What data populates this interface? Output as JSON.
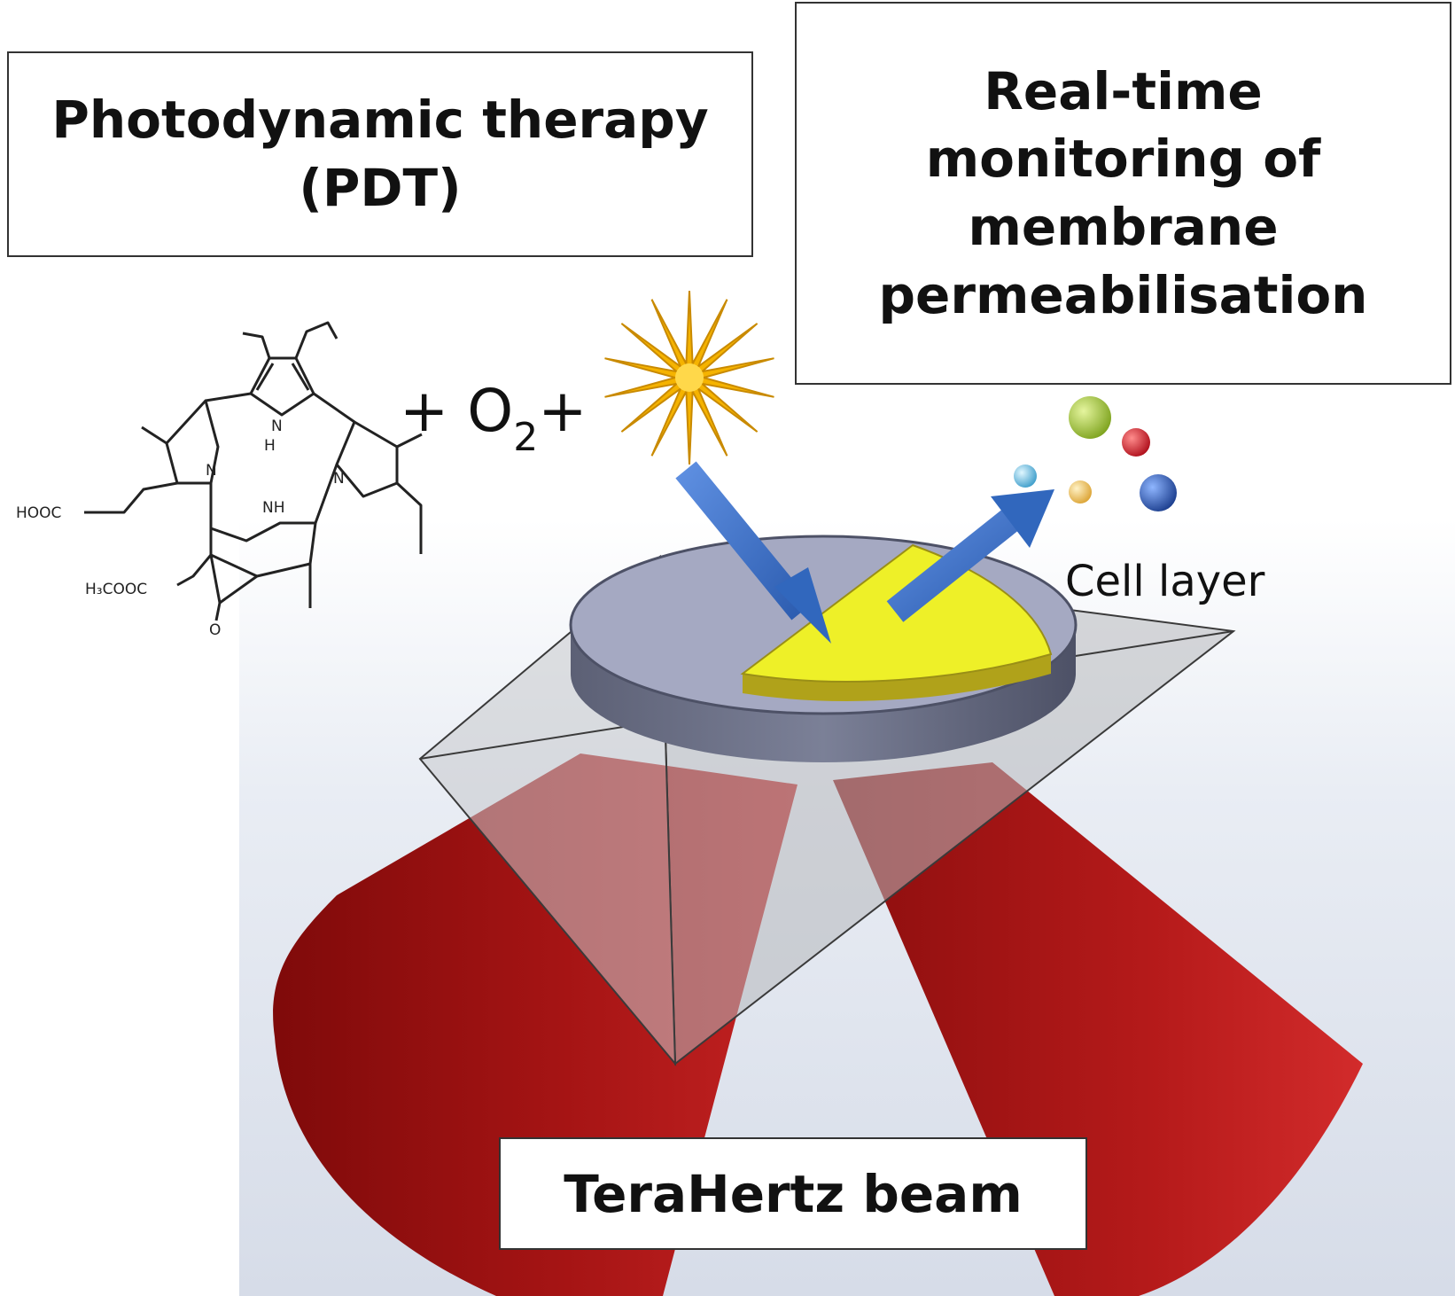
{
  "labels": {
    "pdt_line1": "Photodynamic therapy",
    "pdt_line2": "(PDT)",
    "rt_line1": "Real-time",
    "rt_line2": "monitoring of",
    "rt_line3": "membrane",
    "rt_line4": "permeabilisation",
    "terahertz": "TeraHertz beam",
    "cell_layer": "Cell layer"
  },
  "reaction": {
    "plus1": "+ ",
    "o": "O",
    "sub": "2",
    "plus2": "+"
  },
  "molecule": {
    "hooc": "HOOC",
    "h3cooc": "H₃COOC",
    "n1": "N",
    "h1": "H",
    "n2": "N",
    "n3": "N",
    "nh": "NH",
    "o": "O"
  },
  "colors": {
    "beam": "#a51414",
    "arrow": "#3f74c9",
    "disc": "#a5a9c2",
    "cell": "#eef028",
    "star": "#f5b300",
    "sphere_green": "#a8c63a",
    "sphere_red": "#d91e2a",
    "sphere_cyan": "#6cc6e6",
    "sphere_yellow": "#f2c453",
    "sphere_blue": "#2c56b0"
  }
}
